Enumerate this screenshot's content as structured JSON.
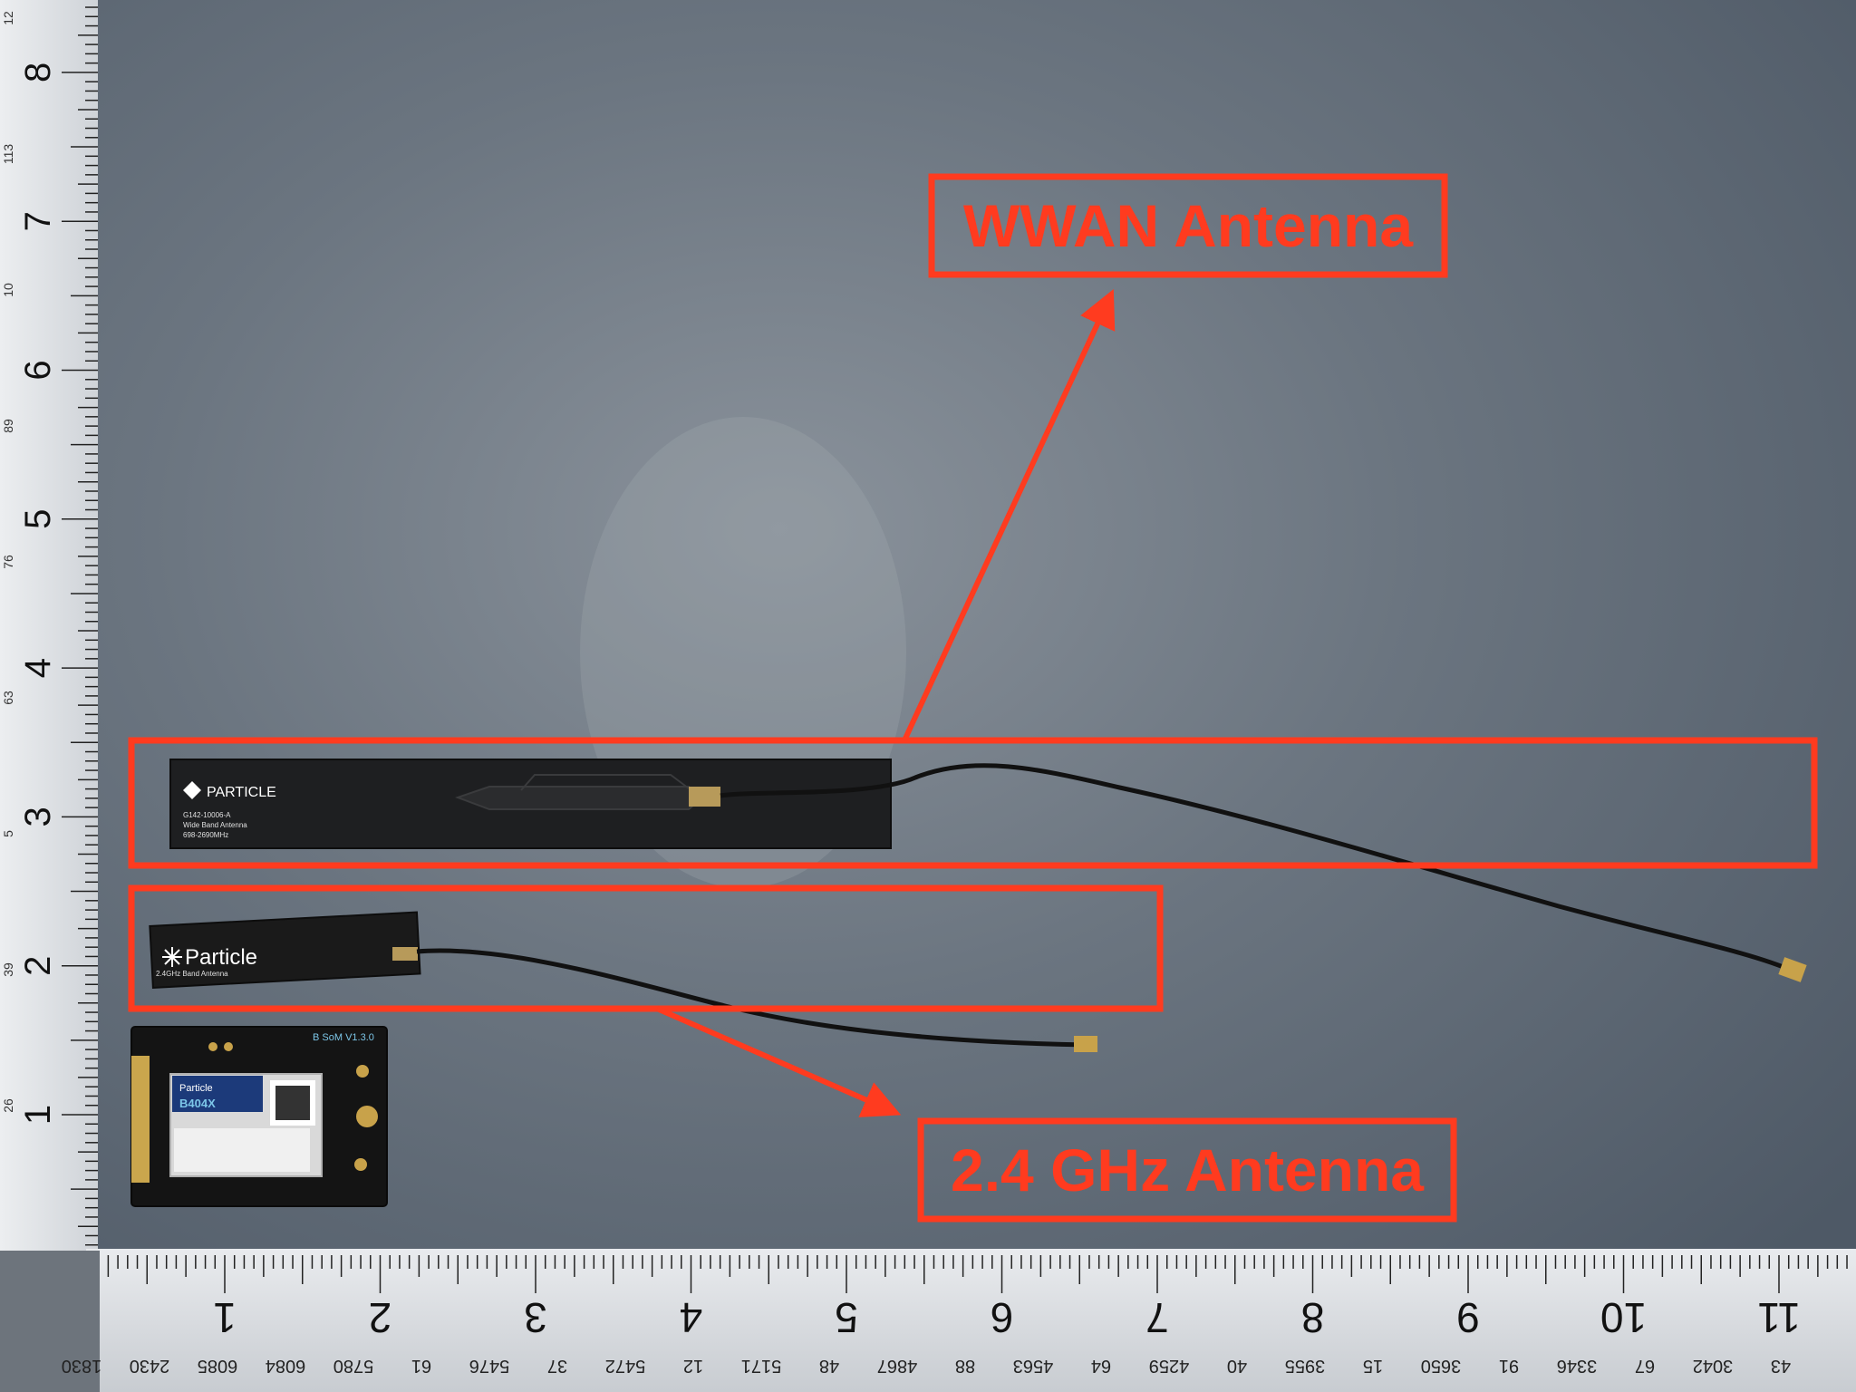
{
  "annotations": {
    "wwan_label": "WWAN Antenna",
    "ghz_label": "2.4 GHz Antenna",
    "color": "#ff3b1f"
  },
  "wwan_antenna": {
    "brand": "PARTICLE",
    "part_number": "G142-10006-A",
    "description": "Wide Band Antenna",
    "frequency": "698-2690MHz"
  },
  "ghz_antenna": {
    "brand": "Particle",
    "description": "2.4GHz Band Antenna"
  },
  "som_module": {
    "header": "B SoM V1.3.0",
    "brand": "Particle",
    "model": "B404X"
  },
  "ruler_left": {
    "inch_labels": [
      "1",
      "2",
      "3",
      "4",
      "5",
      "6",
      "7",
      "8"
    ],
    "small_labels": [
      "12",
      "113",
      "10",
      "89",
      "76",
      "63",
      "5",
      "39",
      "26"
    ]
  },
  "ruler_bottom": {
    "inch_labels": [
      "1",
      "2",
      "3",
      "4",
      "5",
      "6",
      "7",
      "8",
      "9",
      "10",
      "11"
    ],
    "small_labels": [
      "1830",
      "2430",
      "6085",
      "6084",
      "5780",
      "61",
      "5476",
      "37",
      "5472",
      "12",
      "5171",
      "48",
      "4867",
      "88",
      "4563",
      "64",
      "4259",
      "40",
      "3955",
      "15",
      "3650",
      "91",
      "3346",
      "67",
      "3042",
      "43"
    ]
  },
  "colors": {
    "mat": "#5e6874",
    "ruler": "#d9dce0",
    "antenna_body": "#1a1a1a",
    "cable": "#111111",
    "connector": "#c8a24a"
  }
}
